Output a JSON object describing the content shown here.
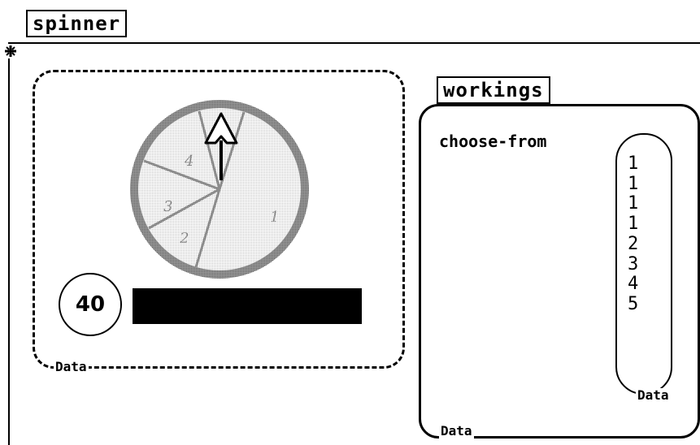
{
  "spinner": {
    "tab_label": "spinner",
    "panel_label": "Data",
    "value": "40",
    "progress": 1.0,
    "slice_labels": [
      "1",
      "2",
      "3",
      "4"
    ]
  },
  "workings": {
    "tab_label": "workings",
    "panel_label": "Data",
    "variable_name": "choose-from",
    "list_label": "Data",
    "list_items": [
      "1",
      "1",
      "1",
      "1",
      "2",
      "3",
      "4",
      "5"
    ]
  }
}
